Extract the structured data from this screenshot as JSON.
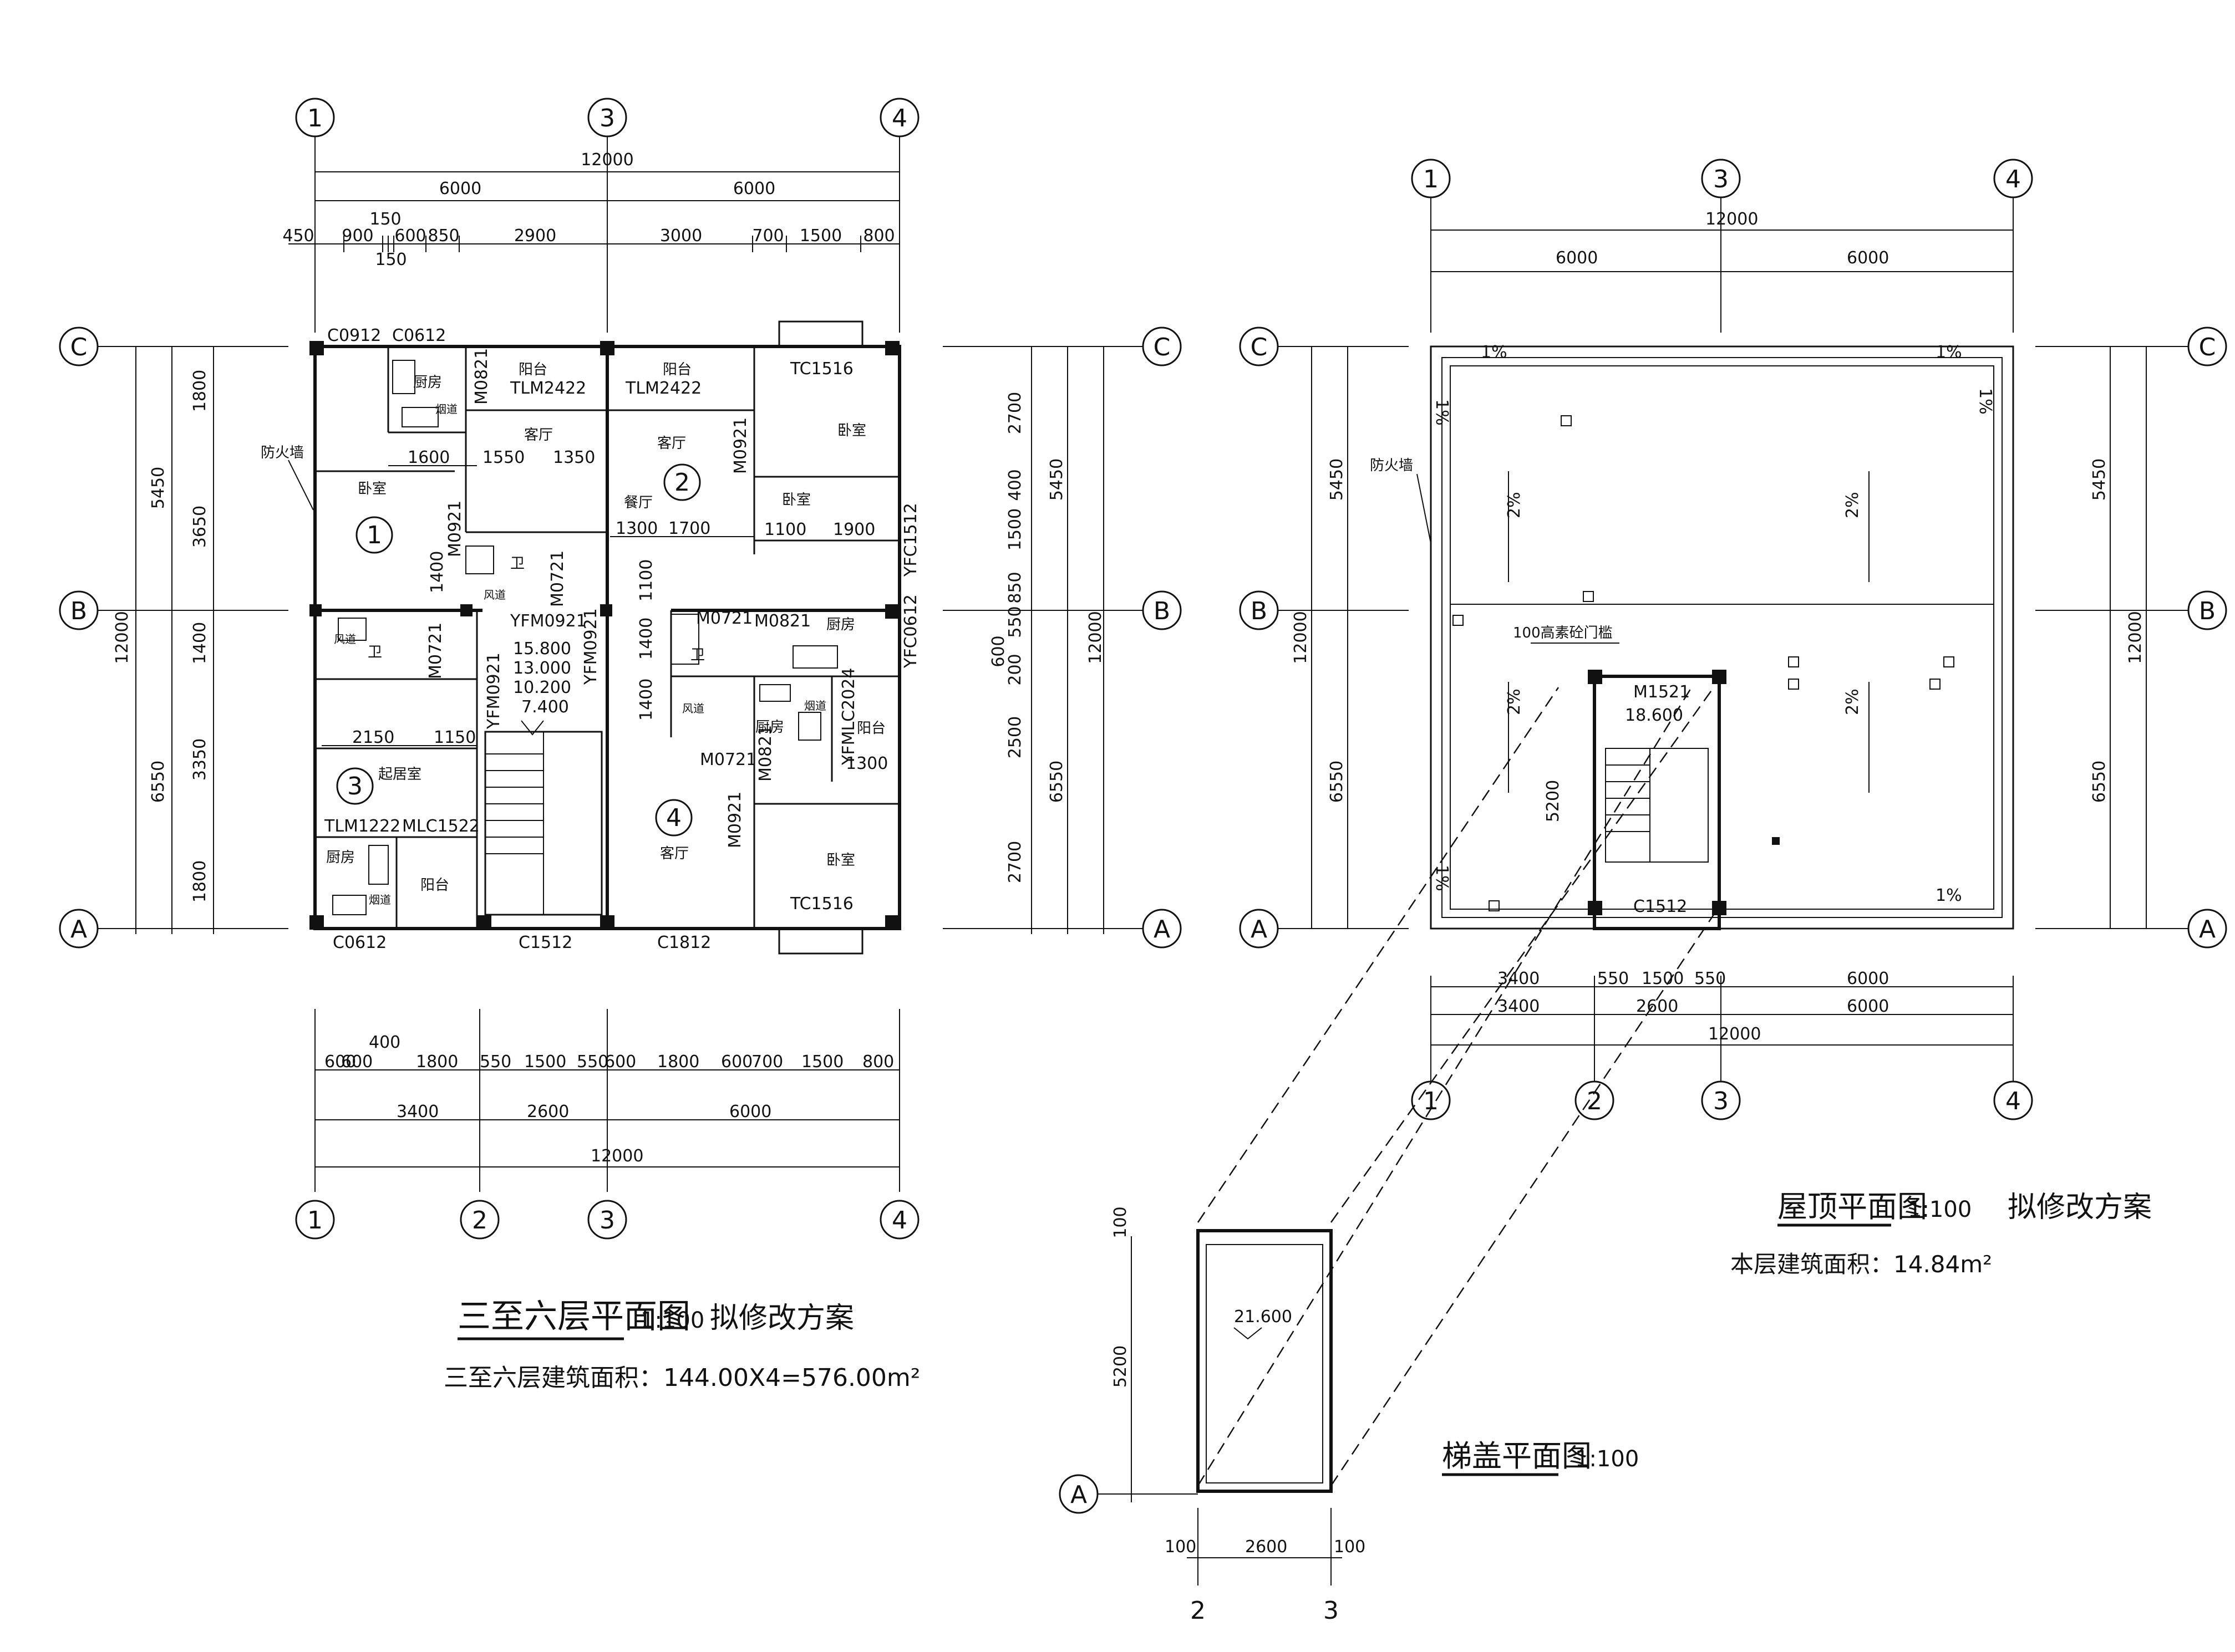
{
  "plan1": {
    "title": "三至六层平面图",
    "scale": "1:100",
    "note": "拟修改方案",
    "area": "三至六层建筑面积：144.00X4=576.00m²",
    "axes_x": [
      "1",
      "3",
      "4",
      "2"
    ],
    "axes_y": [
      "C",
      "B",
      "A"
    ],
    "dims_top_total": "12000",
    "dims_top_mid": [
      "6000",
      "6000"
    ],
    "dims_top_detail": [
      "450",
      "900",
      "150",
      "600",
      "850",
      "2900",
      "3000",
      "700",
      "1500",
      "800",
      "150"
    ],
    "dims_bottom_detail": [
      "600",
      "600",
      "400",
      "1800",
      "550",
      "1500",
      "550",
      "600",
      "1800",
      "600",
      "700",
      "1500",
      "800"
    ],
    "dims_bottom_mid": [
      "3400",
      "2600",
      "6000"
    ],
    "dims_bottom_total": "12000",
    "dims_left": [
      "5450",
      "12000",
      "6550",
      "1800",
      "3650",
      "1400",
      "3350",
      "1800"
    ],
    "dims_right": [
      "2700",
      "400",
      "1500",
      "850",
      "550",
      "600",
      "200",
      "2500",
      "2700",
      "5450",
      "12000",
      "6550"
    ],
    "rooms": [
      "厨房",
      "阳台",
      "阳台",
      "卧室",
      "客厅",
      "客厅",
      "卧室",
      "餐厅",
      "卧室",
      "卫",
      "卫",
      "厨房",
      "卫",
      "厨房",
      "阳台",
      "起居室",
      "厨房",
      "阳台",
      "客厅",
      "卧室",
      "防火墙"
    ],
    "units": [
      "1",
      "2",
      "3",
      "4"
    ],
    "codes": [
      "C0912",
      "C0612",
      "M0821",
      "TLM2422",
      "TLM2422",
      "TC1516",
      "M0921",
      "M0921",
      "YFC1512",
      "M0721",
      "YFM0921",
      "M0721",
      "M0821",
      "YFC0612",
      "M0721",
      "YFM0921",
      "YFM0921",
      "YFMLC2024",
      "M0721",
      "M0821",
      "M0921",
      "TLM1222",
      "MLC1522",
      "C0612",
      "C1512",
      "C1812",
      "TC1516"
    ],
    "inner_dims": [
      "1600",
      "1550",
      "1350",
      "1300",
      "1700",
      "1100",
      "1900",
      "1400",
      "1100",
      "1400",
      "1400",
      "2150",
      "1150",
      "1300"
    ],
    "levels": [
      "15.800",
      "13.000",
      "10.200",
      "7.400"
    ],
    "small": [
      "风道",
      "烟道",
      "风道",
      "风道",
      "烟道",
      "烟道"
    ]
  },
  "plan2": {
    "title": "屋顶平面图",
    "scale": "1:100",
    "note": "拟修改方案",
    "area": "本层建筑面积：14.84m²",
    "axes_x": [
      "1",
      "3",
      "4",
      "1",
      "2",
      "3",
      "4"
    ],
    "axes_y": [
      "C",
      "B",
      "A"
    ],
    "dims_top": [
      "12000",
      "6000",
      "6000"
    ],
    "dims_bottom": [
      "3400",
      "550",
      "1500",
      "550",
      "6000",
      "3400",
      "2600",
      "6000",
      "12000"
    ],
    "dims_left": [
      "5450",
      "12000",
      "6550"
    ],
    "dims_right": [
      "5450",
      "12000",
      "6550"
    ],
    "stair_dim": "5200",
    "slopes": [
      "1%",
      "1%",
      "1%",
      "1%",
      "2%",
      "2%",
      "2%",
      "2%",
      "1%",
      "1%"
    ],
    "labels": [
      "防火墙",
      "100高素砼门槛",
      "M1521",
      "18.600",
      "C1512"
    ]
  },
  "plan3": {
    "title": "梯盖平面图",
    "scale": "1:100",
    "level": "21.600",
    "dims": [
      "100",
      "5200",
      "100",
      "2600",
      "100"
    ],
    "axis_y": "A",
    "axes_x": [
      "2",
      "3"
    ]
  }
}
